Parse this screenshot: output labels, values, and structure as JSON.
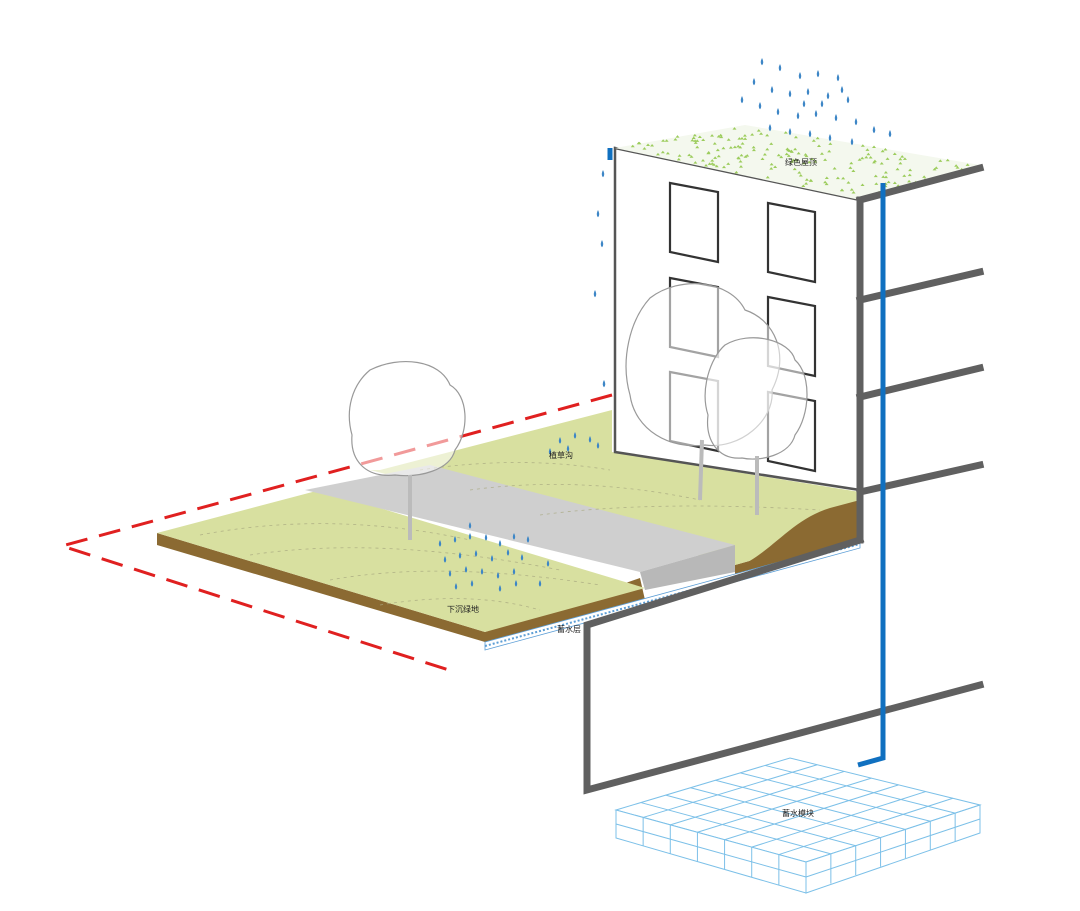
{
  "labels": {
    "green_roof": "绿色屋顶",
    "grass_swale": "植草沟",
    "sunken_greenland": "下沉绿地",
    "storage_layer": "蓄水层",
    "storage_module": "蓄水模块"
  },
  "colors": {
    "rain": "#3d86c6",
    "downpipe": "#1070c0",
    "wall": "#606060",
    "boundary": "#e02020",
    "grass": "#d8e0a0",
    "soil": "#8b6a32",
    "pavement": "#cfcfcf",
    "green_roof_dots": "#9ccc5c",
    "module_grid": "#7cc0e8"
  }
}
